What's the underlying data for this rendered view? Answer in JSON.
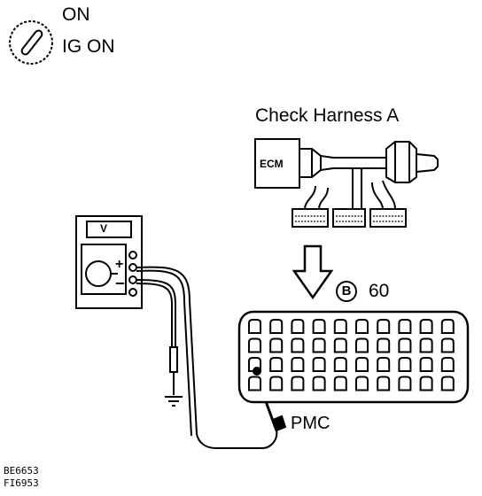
{
  "ignition": {
    "state_on": "ON",
    "state_ig": "IG ON",
    "icon": "ignition-key-icon"
  },
  "harness": {
    "title": "Check Harness A",
    "ecm_label": "ECM"
  },
  "meter": {
    "mode_label": "V",
    "plus": "+",
    "minus": "−"
  },
  "connector": {
    "letter": "B",
    "pins": "60",
    "terminal": "PMC"
  },
  "figure_codes": [
    "BE6653",
    "FI6953"
  ]
}
